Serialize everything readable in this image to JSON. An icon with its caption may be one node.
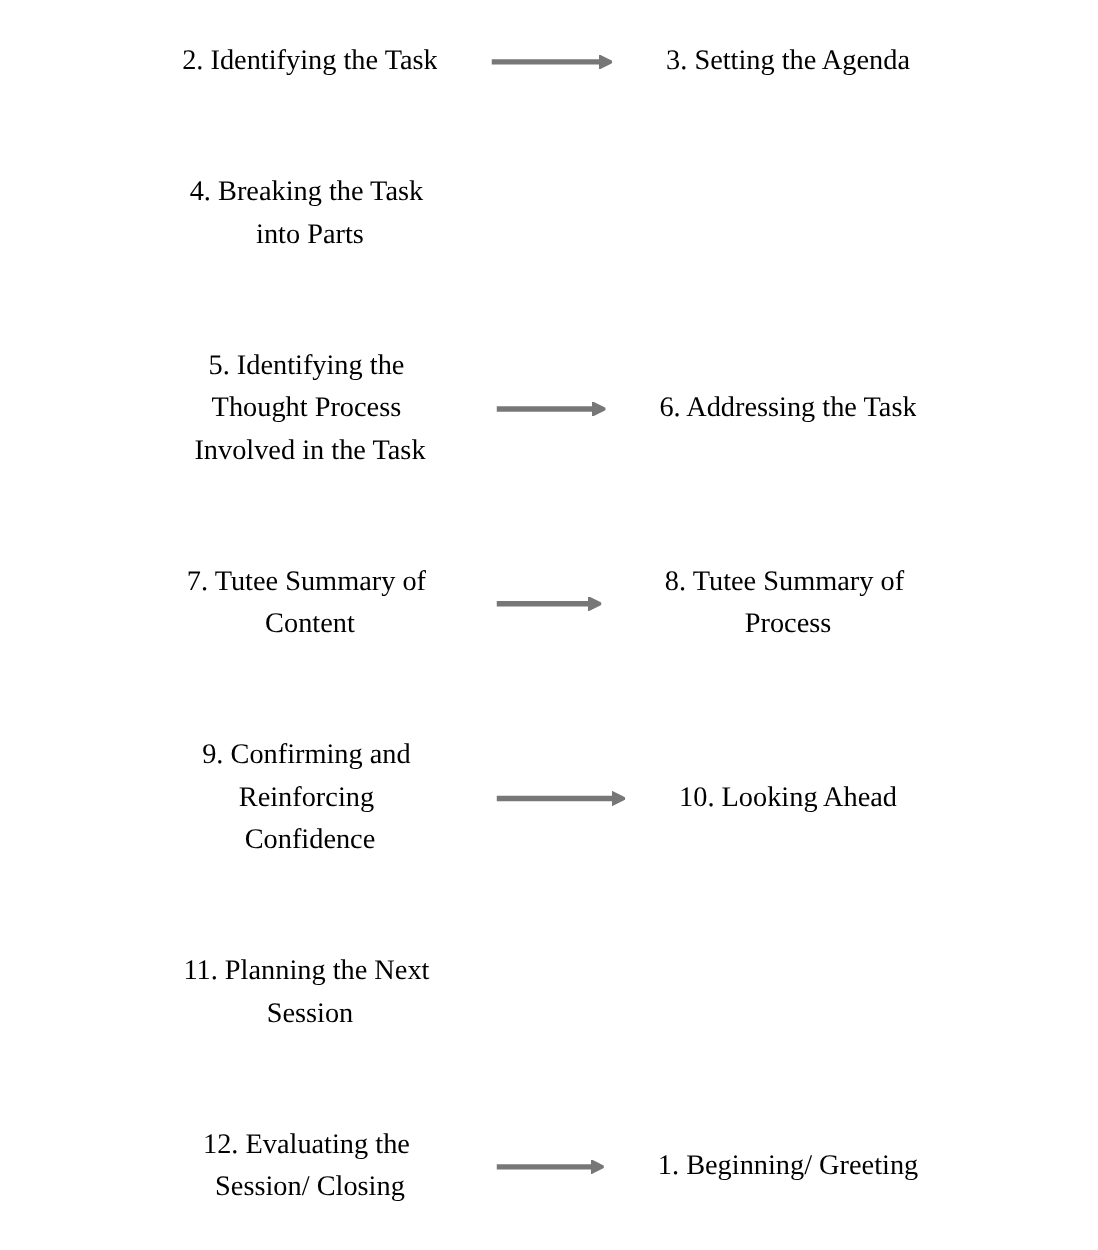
{
  "diagram": {
    "nodes": [
      {
        "text": [
          "1. Beginning/ Greeting"
        ]
      },
      {
        "text": [
          "2. Identifying the Task"
        ]
      },
      {
        "text": [
          "3. Setting the Agenda"
        ]
      },
      {
        "text": [
          "4. Breaking the Task into Parts"
        ]
      },
      {
        "text": [
          "5. Identifying the Thought Process Involved in the Task"
        ]
      },
      {
        "text": [
          "6. Addressing the Task"
        ]
      },
      {
        "text": [
          "7. Tutee Summary of Content"
        ]
      },
      {
        "text": [
          "8. Tutee Summary of Process"
        ]
      },
      {
        "text": [
          "9. Confirming and Reinforcing Confidence"
        ]
      },
      {
        "text": [
          "10. Looking Ahead"
        ]
      },
      {
        "text": [
          "11. Planning the Next Session"
        ]
      },
      {
        "text": [
          "12. Evaluating the Session/ Closing"
        ]
      }
    ],
    "edges": [
      {
        "from": 1,
        "to": 2,
        "arrow": "to"
      },
      {
        "from": 4,
        "to": 5,
        "arrow": "to"
      },
      {
        "from": 6,
        "to": 7,
        "arrow": "to"
      },
      {
        "from": 8,
        "to": 9,
        "arrow": "to"
      },
      {
        "from": 11,
        "to": 0,
        "arrow": "to"
      }
    ]
  }
}
